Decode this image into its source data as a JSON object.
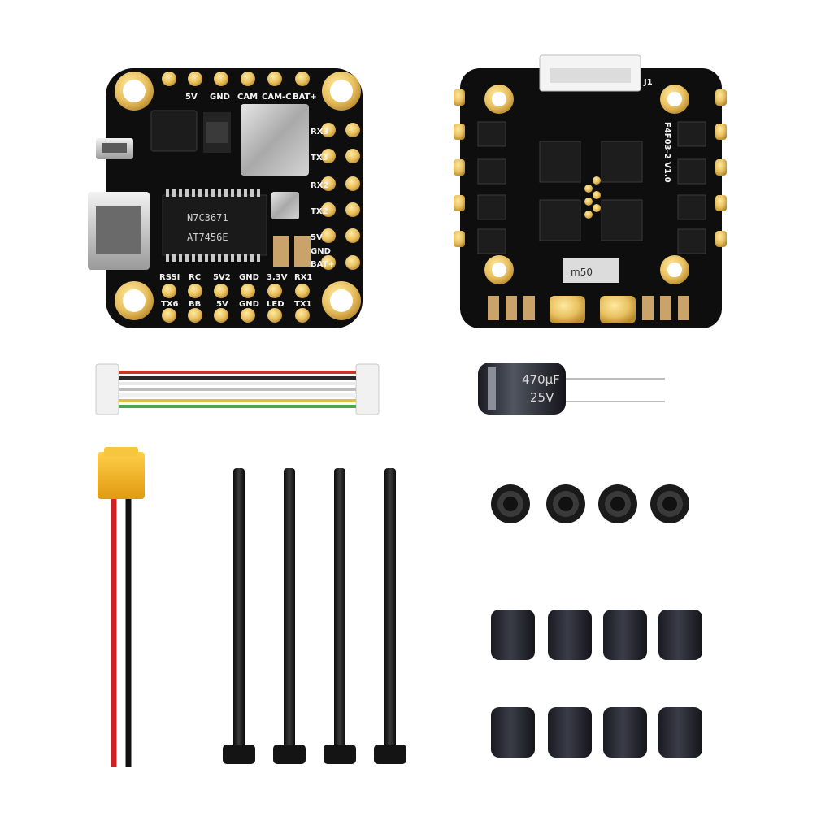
{
  "fc_board": {
    "top_labels": [
      "5V",
      "GND",
      "CAM",
      "CAM-C",
      "BAT+"
    ],
    "right_labels": [
      "RX3",
      "TX3",
      "RX2",
      "TX2",
      "5V",
      "GND",
      "BAT+"
    ],
    "bottom_labels_row1": [
      "RSSI",
      "RC",
      "5V2",
      "GND",
      "3.3V",
      "RX1"
    ],
    "bottom_labels_row2": [
      "TX6",
      "BB",
      "5V",
      "GND",
      "LED",
      "TX1"
    ],
    "chip_text_line1": "AT7456E",
    "chip_text_line2": "N7C3671"
  },
  "esc_board": {
    "connector_label": "J1",
    "model_label": "F4F03-2 V1.0",
    "current_label": "m50"
  },
  "capacitor": {
    "line1": "470µF",
    "line2": "25V"
  },
  "colors": {
    "pcb": "#101010",
    "pad_gold": "#e8c060",
    "wire_red": "#d42020",
    "wire_black": "#111111",
    "xt30_yellow": "#f2b01e"
  }
}
